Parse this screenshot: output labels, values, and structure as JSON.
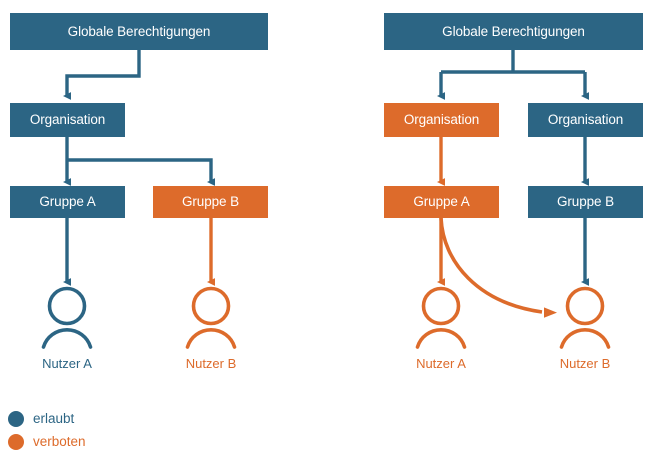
{
  "colors": {
    "allowed": "#2c6584",
    "forbidden": "#dd6b2b",
    "background": "#ffffff"
  },
  "diagrams": [
    {
      "id": "left",
      "nodes": {
        "global": {
          "label": "Globale Berechtigungen",
          "state": "allowed"
        },
        "org": {
          "label": "Organisation",
          "state": "allowed"
        },
        "group_a": {
          "label": "Gruppe A",
          "state": "allowed"
        },
        "group_b": {
          "label": "Gruppe B",
          "state": "forbidden"
        },
        "user_a": {
          "label": "Nutzer A",
          "state": "allowed"
        },
        "user_b": {
          "label": "Nutzer B",
          "state": "forbidden"
        }
      }
    },
    {
      "id": "right",
      "nodes": {
        "global": {
          "label": "Globale Berechtigungen",
          "state": "allowed"
        },
        "org_left": {
          "label": "Organisation",
          "state": "forbidden"
        },
        "org_right": {
          "label": "Organisation",
          "state": "allowed"
        },
        "group_a": {
          "label": "Gruppe A",
          "state": "forbidden"
        },
        "group_b": {
          "label": "Gruppe B",
          "state": "allowed"
        },
        "user_a": {
          "label": "Nutzer A",
          "state": "forbidden"
        },
        "user_b": {
          "label": "Nutzer B",
          "state": "forbidden"
        }
      }
    }
  ],
  "legend": {
    "items": [
      {
        "label": "erlaubt",
        "state": "allowed",
        "icon": "circle-icon"
      },
      {
        "label": "verboten",
        "state": "forbidden",
        "icon": "circle-icon"
      }
    ]
  }
}
